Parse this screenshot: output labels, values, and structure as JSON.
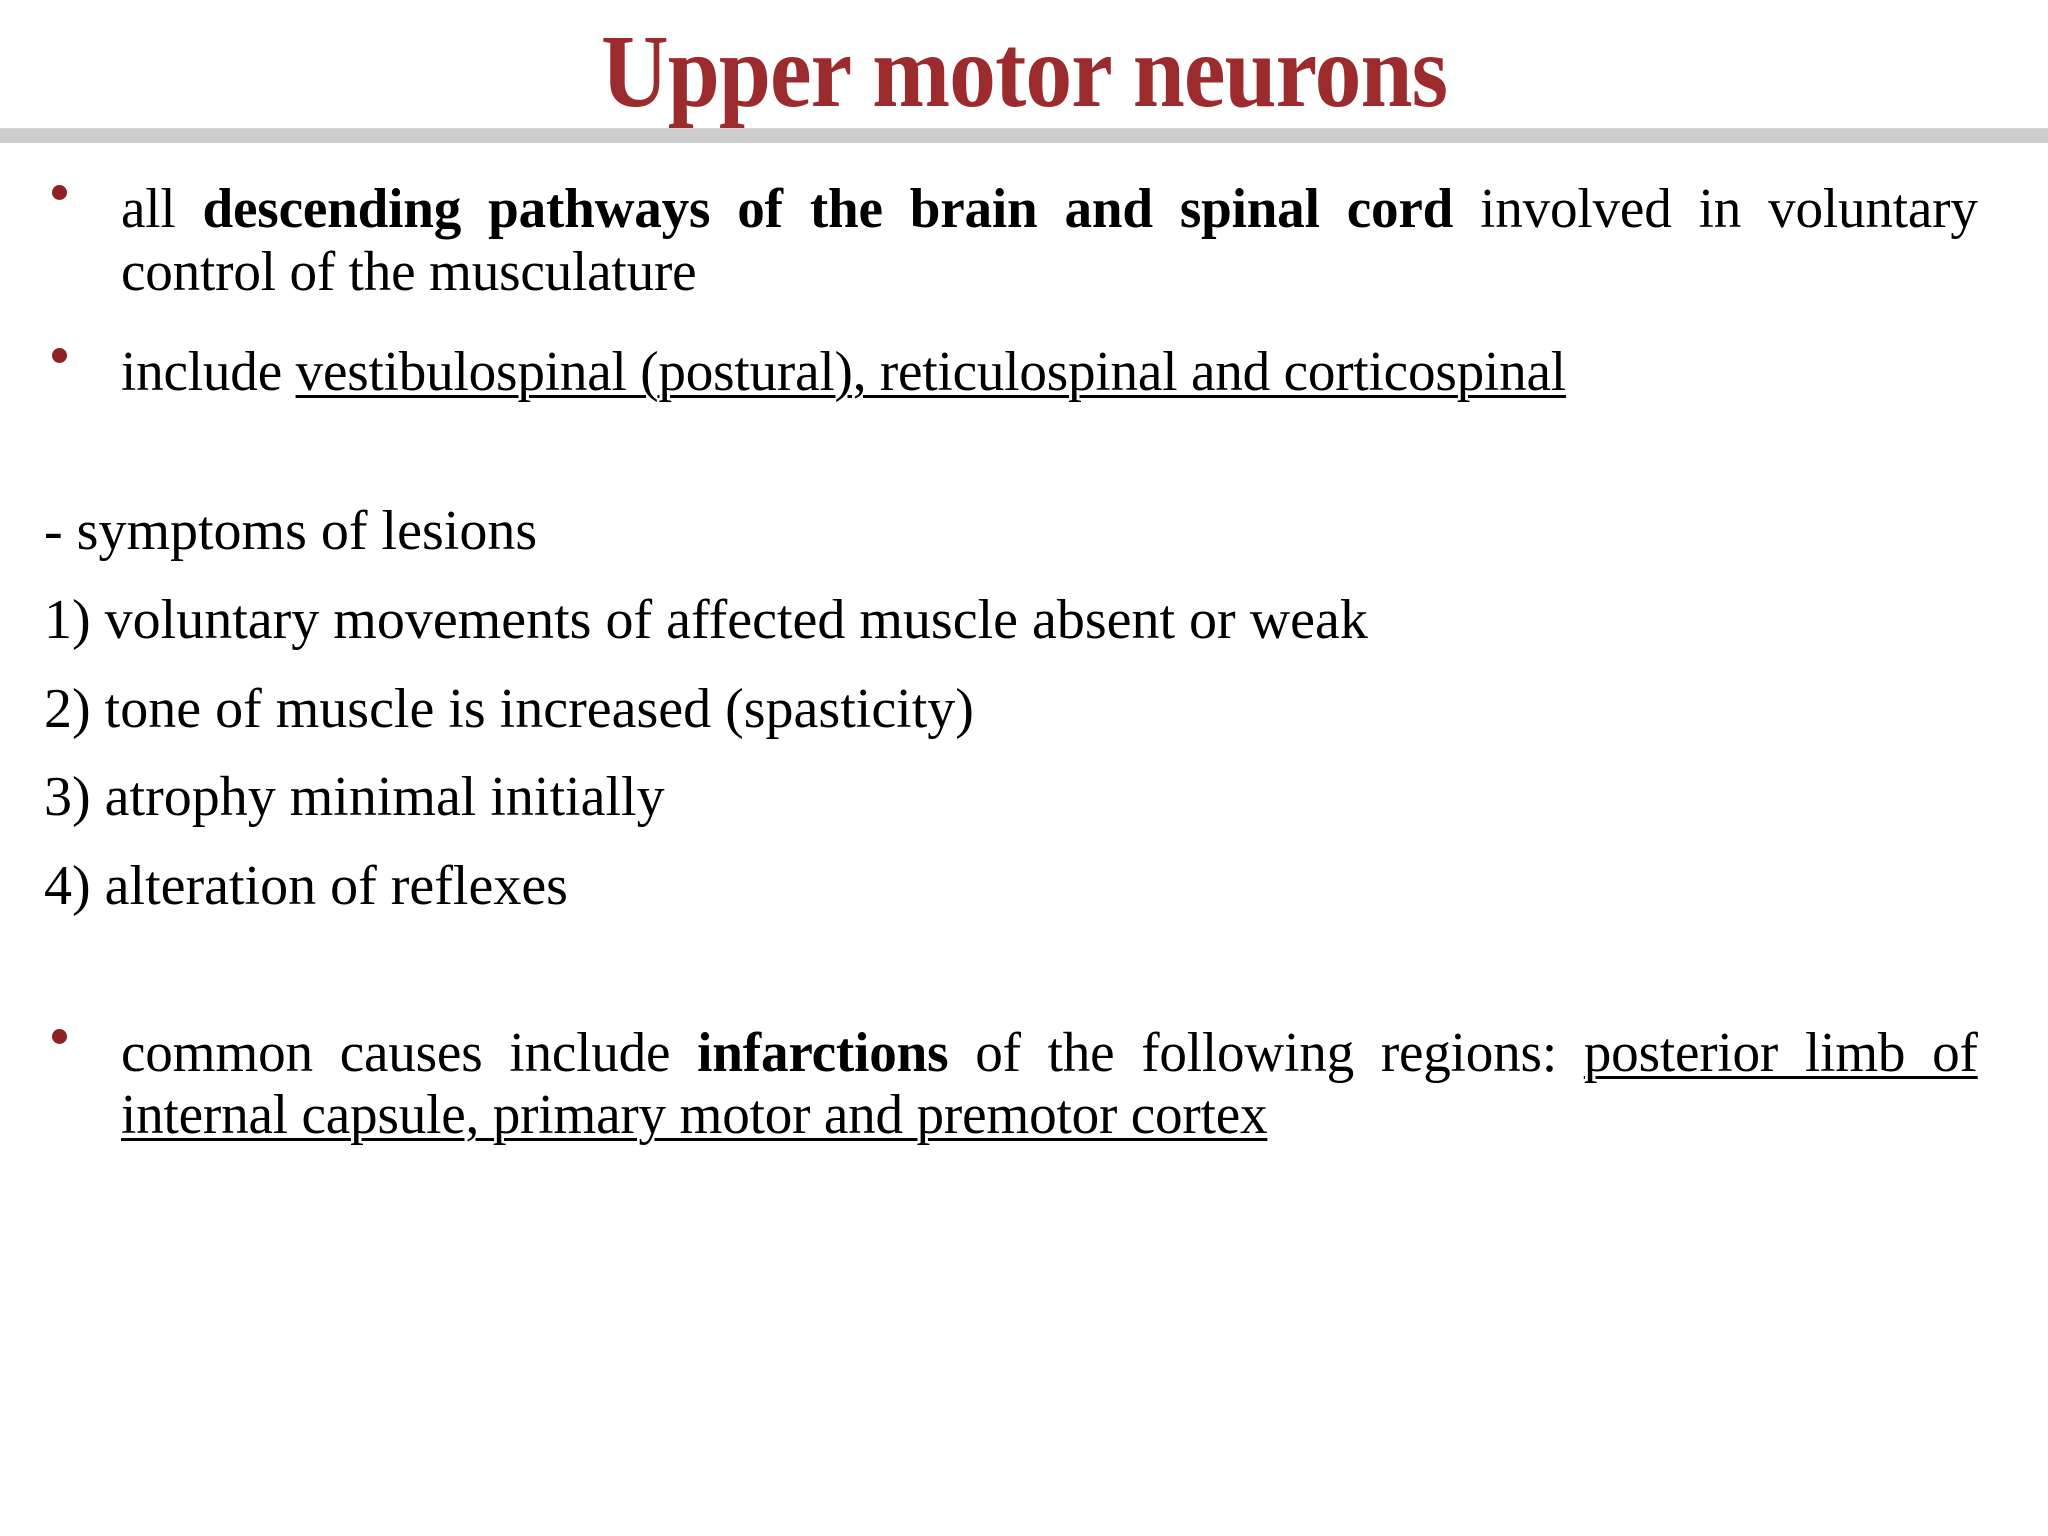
{
  "slide": {
    "title": "Upper motor neurons",
    "title_color": "#9C2B2E",
    "bullet_color": "#8F2024",
    "divider_color": "#CCCCCC",
    "background_color": "#FFFFFF"
  },
  "bullets": [
    {
      "marker": "•",
      "segments": [
        {
          "text": "all ",
          "bold": false,
          "underline": false
        },
        {
          "text": "descending pathways of the brain and spinal cord",
          "bold": true,
          "underline": false
        },
        {
          "text": " involved in voluntary control of the musculature",
          "bold": false,
          "underline": false
        }
      ],
      "plain_text": "all descending pathways of the brain and spinal cord involved in voluntary control of the musculature"
    },
    {
      "marker": "•",
      "segments": [
        {
          "text": "include ",
          "bold": false,
          "underline": false
        },
        {
          "text": "vestibulospinal (postural), reticulospinal and corticospinal",
          "bold": false,
          "underline": true
        }
      ],
      "plain_text": "include vestibulospinal (postural), reticulospinal and corticospinal"
    }
  ],
  "lesions_section": {
    "heading": "- symptoms of lesions",
    "items": [
      "1) voluntary movements of affected muscle absent or weak",
      "2) tone of muscle is increased (spasticity)",
      "3) atrophy minimal initially",
      "4) alteration of reflexes"
    ]
  },
  "causes_bullet": {
    "marker": "•",
    "segments": [
      {
        "text": "common causes include ",
        "bold": false,
        "underline": false
      },
      {
        "text": "infarctions",
        "bold": true,
        "underline": false
      },
      {
        "text": " of the following regions: ",
        "bold": false,
        "underline": false
      },
      {
        "text": "posterior limb of internal capsule, primary motor and premotor cortex",
        "bold": false,
        "underline": true
      }
    ],
    "plain_text": "common causes include infarctions of the following regions: posterior limb of internal capsule, primary motor and premotor cortex"
  }
}
